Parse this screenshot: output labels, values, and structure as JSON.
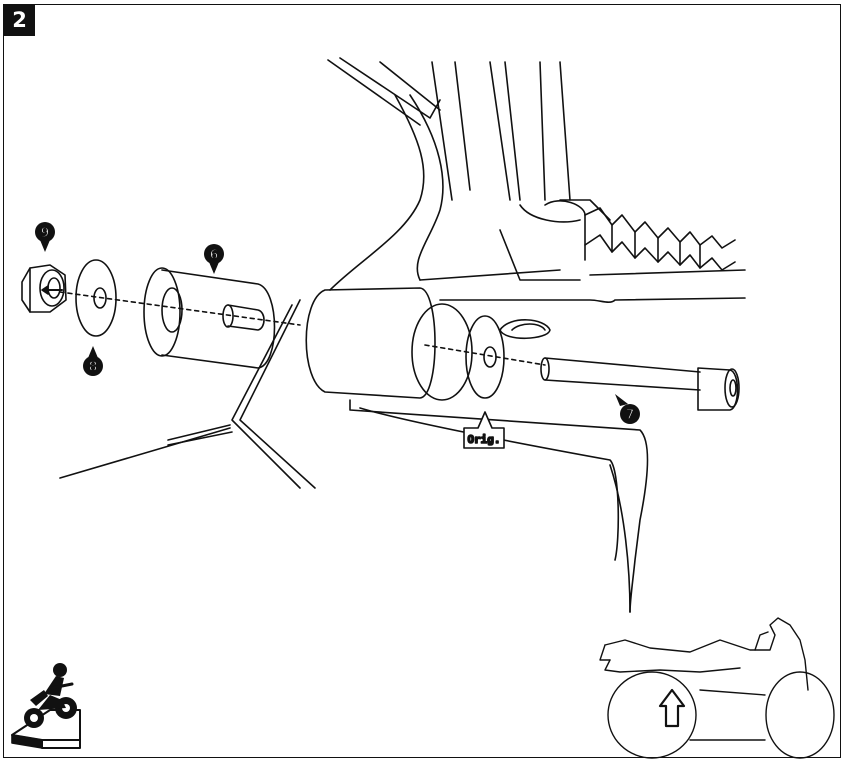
{
  "step": {
    "number": "2"
  },
  "callouts": [
    {
      "id": "9",
      "label": "9",
      "part": "nut"
    },
    {
      "id": "8",
      "label": "8",
      "part": "washer"
    },
    {
      "id": "6",
      "label": "6",
      "part": "spacer"
    },
    {
      "id": "7",
      "label": "7",
      "part": "bolt"
    }
  ],
  "orig_label": "Orig.",
  "icons": {
    "mechanic": "mechanic-workshop-icon",
    "motorcycle": "motorcycle-side-view-icon",
    "arrow": "up-arrow-icon"
  }
}
